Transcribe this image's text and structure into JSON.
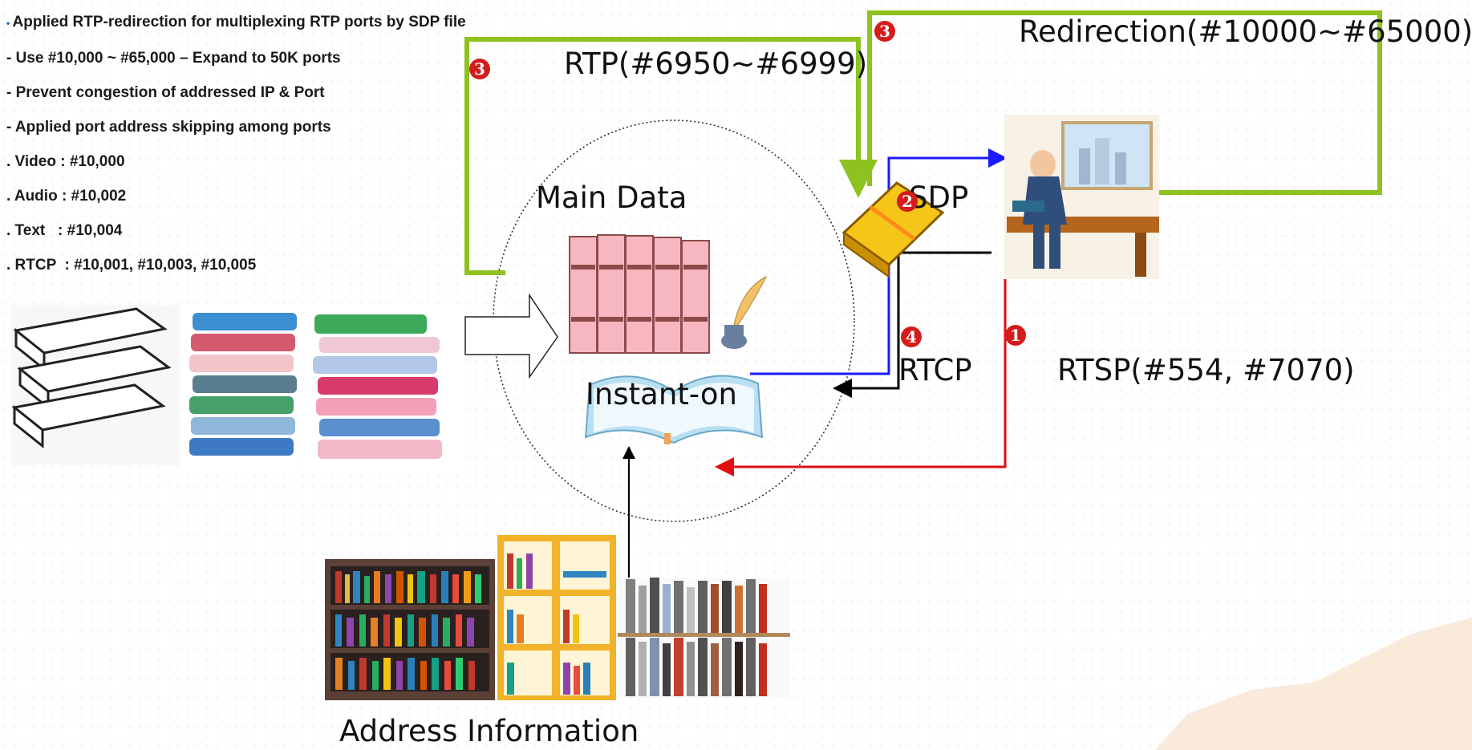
{
  "bullets": {
    "title": "Applied RTP-redirection for multiplexing RTP ports by SDP file",
    "lines": [
      "- Use #10,000 ~ #65,000 – Expand to 50K ports",
      "- Prevent congestion of addressed IP & Port",
      "- Applied port address skipping among ports",
      ". Video : #10,000",
      ". Audio : #10,002",
      ". Text   : #10,004",
      ". RTCP  : #10,001, #10,003, #10,005"
    ]
  },
  "labels": {
    "rtp": "RTP(#6950~#6999)",
    "redirection": "Redirection(#10000~#65000)",
    "main_data": "Main Data",
    "instant_on": "Instant-on",
    "sdp": "SDP",
    "rtcp": "RTCP",
    "rtsp": "RTSP(#554, #7070)",
    "address_info": "Address Information"
  },
  "badges": {
    "b1": "1",
    "b2": "2",
    "b3a": "3",
    "b3b": "3",
    "b4": "4"
  },
  "colors": {
    "green_path": "#8dc21f",
    "blue_path": "#1a1aff",
    "red_path": "#e01010",
    "black_path": "#000000",
    "badge": "#d51b1b"
  },
  "icons": {
    "books_stack": "books-stack-icon",
    "bookshelf": "bookshelf-icon",
    "sdp_book": "sdp-book-icon",
    "businessman": "businessman-at-desk-icon",
    "open_book": "open-book-quill-icon"
  }
}
